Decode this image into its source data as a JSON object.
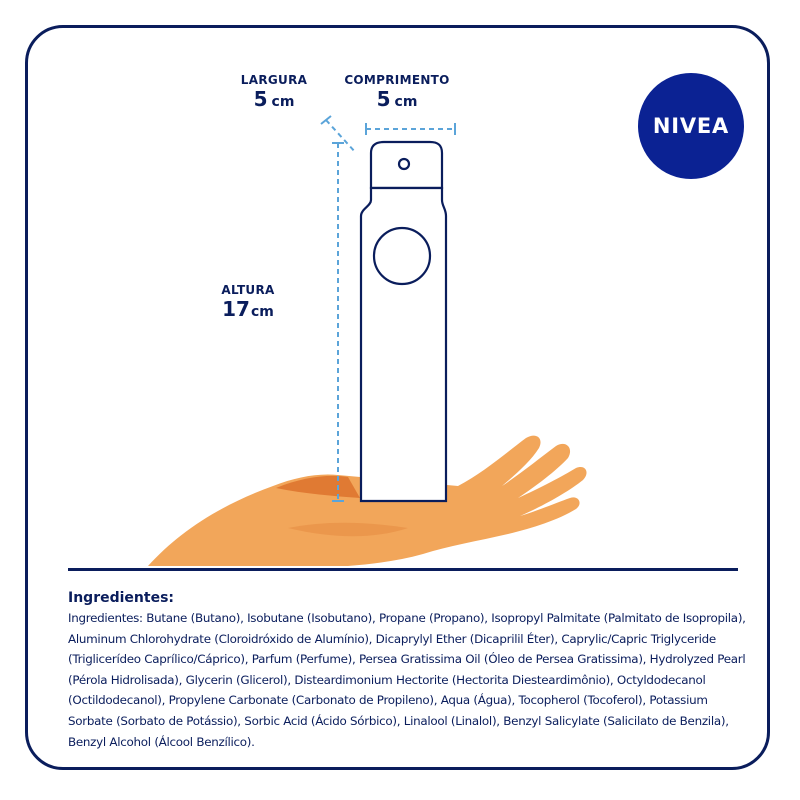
{
  "brand": {
    "logo_text": "NIVEA",
    "logo_color": "#0b2293"
  },
  "colors": {
    "navy": "#0a1d5c",
    "dash": "#5ba4d9",
    "hand": "#f2a65a",
    "hand_shadow": "#e07a33"
  },
  "dimensions": {
    "width": {
      "title": "LARGURA",
      "value": "5",
      "unit": "cm"
    },
    "length": {
      "title": "COMPRIMENTO",
      "value": "5",
      "unit": "cm"
    },
    "height": {
      "title": "ALTURA",
      "value": "17",
      "unit": "cm"
    }
  },
  "ingredients": {
    "title": "Ingredientes:",
    "text": "Ingredientes: Butane (Butano), Isobutane (Isobutano), Propane (Propano), Isopropyl Palmitate (Palmitato de Isopropila), Aluminum Chlorohydrate (Cloroidróxido de Alumínio), Dicaprylyl Ether (Dicaprilil Éter), Caprylic/Capric Triglyceride (Triglicerídeo Caprílico/Cáprico), Parfum (Perfume), Persea Gratissima Oil (Óleo de Persea Gratissima), Hydrolyzed Pearl (Pérola Hidrolisada), Glycerin (Glicerol), Disteardimonium Hectorite (Hectorita Diesteardimônio), Octyldodecanol (Octildodecanol), Propylene Carbonate (Carbonato de Propileno), Aqua (Água), Tocopherol (Tocoferol), Potassium Sorbate (Sorbato de Potássio), Sorbic Acid (Ácido Sórbico), Linalool (Linalol), Benzyl Salicylate (Salicilato de Benzila), Benzyl Alcohol (Álcool Benzílico)."
  }
}
